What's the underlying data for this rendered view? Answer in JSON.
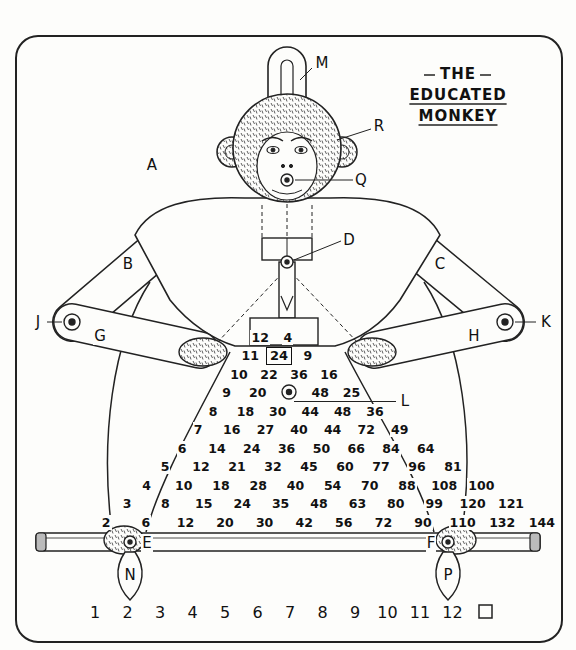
{
  "diagram": {
    "title": "THE EDUCATED MONKEY",
    "nodes": [
      {
        "text": [
          "24"
        ]
      }
    ],
    "labels": [
      "M",
      "A",
      "R",
      "Q",
      "B",
      "D",
      "C",
      "J",
      "G",
      "H",
      "K",
      "L",
      "E",
      "F",
      "N",
      "P",
      "12",
      "4",
      "11",
      "9",
      "10",
      "22",
      "36",
      "16",
      "9",
      "20",
      "48",
      "25",
      "8",
      "18",
      "30",
      "44",
      "48",
      "36",
      "7",
      "16",
      "27",
      "40",
      "44",
      "72",
      "49",
      "6",
      "14",
      "24",
      "36",
      "50",
      "66",
      "84",
      "64",
      "5",
      "12",
      "21",
      "32",
      "45",
      "60",
      "77",
      "96",
      "81",
      "4",
      "10",
      "18",
      "28",
      "40",
      "54",
      "70",
      "88",
      "108",
      "100",
      "3",
      "8",
      "15",
      "24",
      "35",
      "48",
      "63",
      "80",
      "99",
      "120",
      "121",
      "2",
      "6",
      "12",
      "20",
      "30",
      "42",
      "56",
      "72",
      "90",
      "110",
      "132",
      "144",
      "1",
      "2",
      "3",
      "4",
      "5",
      "6",
      "7",
      "8",
      "9",
      "10",
      "11",
      "12"
    ]
  }
}
